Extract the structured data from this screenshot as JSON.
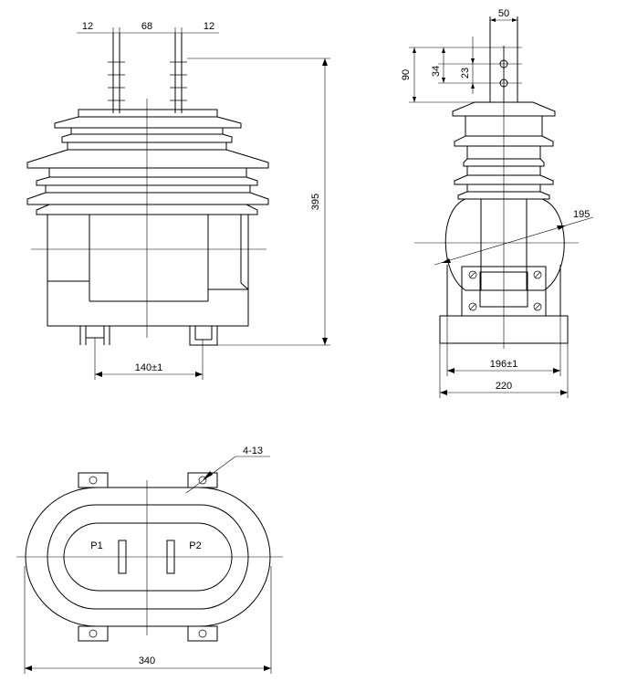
{
  "drawing": {
    "front_view": {
      "dim_terminal_left": "12",
      "dim_terminal_spacing": "68",
      "dim_terminal_right": "12",
      "dim_height": "395",
      "dim_foot_spacing": "140±1"
    },
    "side_view": {
      "dim_top_width": "50",
      "dim_top_height": "90",
      "dim_hole_34": "34",
      "dim_hole_23": "23",
      "dim_body_diameter": "195",
      "dim_base_holes": "196±1",
      "dim_base_width": "220"
    },
    "top_view": {
      "dim_mounting_holes": "4-13",
      "terminal_p1": "P1",
      "terminal_p2": "P2",
      "dim_length": "340"
    }
  }
}
